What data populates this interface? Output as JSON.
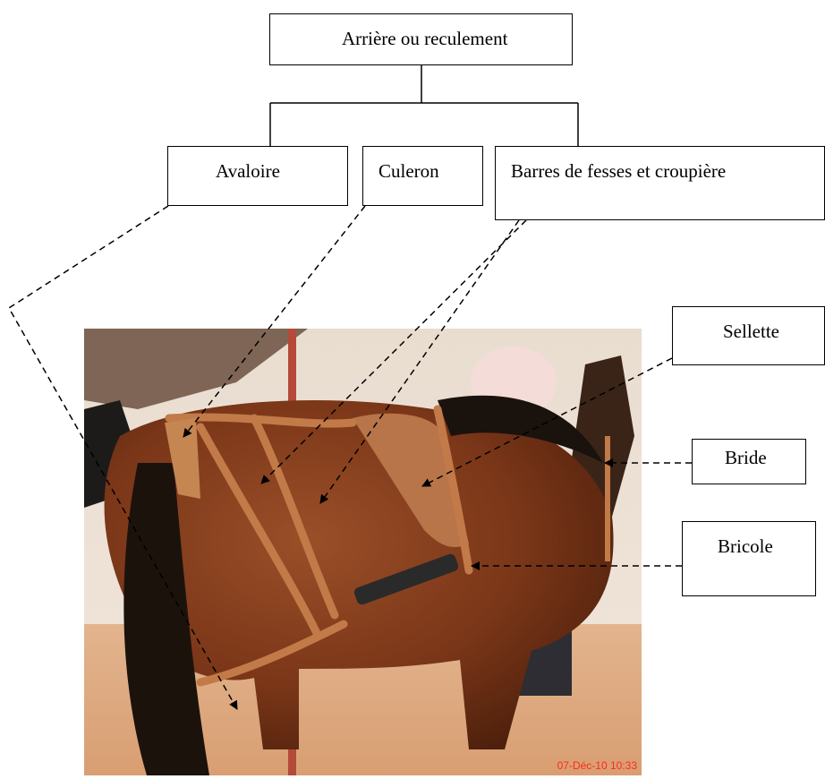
{
  "title": "Arrière ou reculement",
  "branches": {
    "avaloire": "Avaloire",
    "culeron": "Culeron",
    "barres": "Barres de  fesses et croupière"
  },
  "right_labels": {
    "sellette": "Sellette",
    "bride": "Bride",
    "bricole": "Bricole"
  },
  "photo": {
    "timestamp": "07-Déc-10 10:33"
  }
}
